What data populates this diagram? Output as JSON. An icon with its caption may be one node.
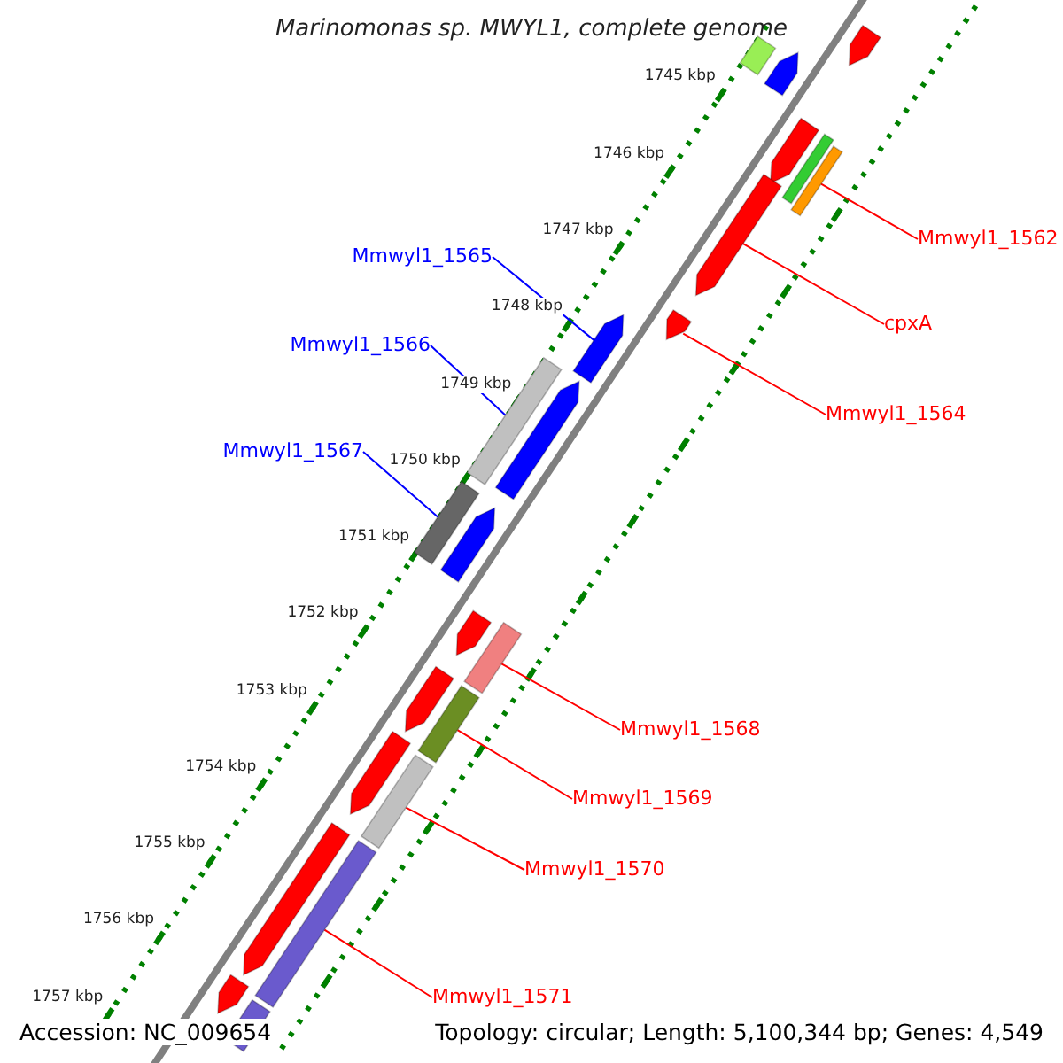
{
  "diagram": {
    "title": "Marinomonas sp. MWYL1, complete genome",
    "nodes": [
      {
        "text": [
          "Mmwyl1_1562"
        ]
      },
      {
        "text": [
          "cpxA"
        ]
      },
      {
        "text": [
          "Mmwyl1_1564"
        ]
      },
      {
        "text": [
          "Mmwyl1_1565"
        ]
      },
      {
        "text": [
          "Mmwyl1_1566"
        ]
      },
      {
        "text": [
          "Mmwyl1_1567"
        ]
      },
      {
        "text": [
          "Mmwyl1_1568"
        ]
      },
      {
        "text": [
          "Mmwyl1_1569"
        ]
      },
      {
        "text": [
          "Mmwyl1_1570"
        ]
      },
      {
        "text": [
          "Mmwyl1_1571"
        ]
      },
      {
        "text": [],
        "shape": "bar"
      },
      {
        "text": [],
        "shape": "arrow"
      },
      {
        "text": [],
        "shape": "arrow"
      },
      {
        "text": [],
        "shape": "arrow"
      },
      {
        "text": [],
        "shape": "bar"
      },
      {
        "text": [],
        "shape": "bar"
      },
      {
        "text": [],
        "shape": "bar"
      },
      {
        "text": [],
        "shape": "bar"
      },
      {
        "text": [],
        "shape": "bar"
      },
      {
        "text": [],
        "shape": "bar"
      }
    ],
    "edges": [
      {
        "from": 0,
        "to": 10,
        "arrow": "none"
      },
      {
        "from": 1,
        "to": 11,
        "arrow": "none"
      },
      {
        "from": 2,
        "to": 12,
        "arrow": "none"
      },
      {
        "from": 3,
        "to": 13,
        "arrow": "none",
        "color": "#0000ff"
      },
      {
        "from": 4,
        "to": 14,
        "arrow": "none",
        "color": "#0000ff"
      },
      {
        "from": 5,
        "to": 15,
        "arrow": "none",
        "color": "#0000ff"
      },
      {
        "from": 6,
        "to": 16,
        "arrow": "none"
      },
      {
        "from": 7,
        "to": 17,
        "arrow": "none"
      },
      {
        "from": 8,
        "to": 18,
        "arrow": "none"
      },
      {
        "from": 9,
        "to": 19,
        "arrow": "none"
      }
    ],
    "labels": [
      "1745 kbp",
      "1746 kbp",
      "1747 kbp",
      "1748 kbp",
      "1749 kbp",
      "1750 kbp",
      "1751 kbp",
      "1752 kbp",
      "1753 kbp",
      "1754 kbp",
      "1755 kbp",
      "1756 kbp",
      "1757 kbp",
      "Accession: NC_009654",
      "Topology: circular; Length: 5,100,344 bp; Genes: 4,549"
    ]
  }
}
